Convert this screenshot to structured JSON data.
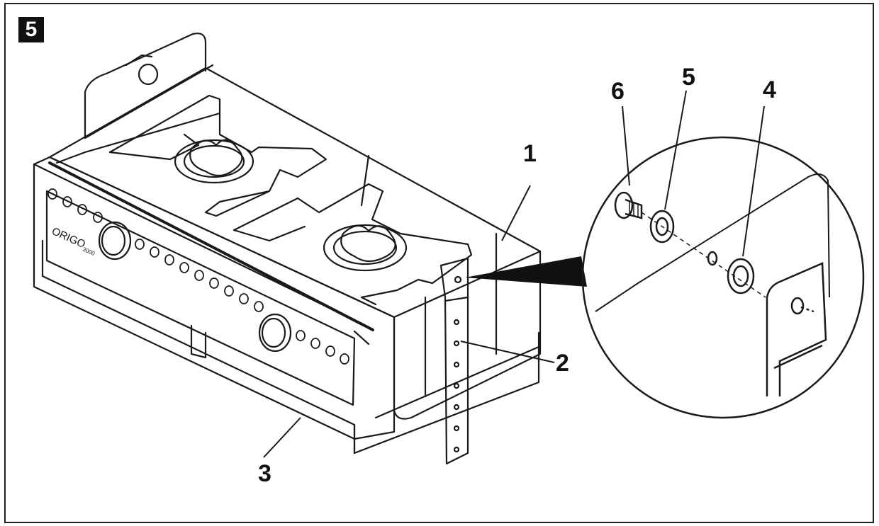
{
  "figure": {
    "number": "5"
  },
  "stove": {
    "brand": "ORIGO",
    "model": "3000"
  },
  "callouts": {
    "c1": "1",
    "c2": "2",
    "c3": "3",
    "c4": "4",
    "c5": "5",
    "c6": "6"
  },
  "colors": {
    "line": "#1a1a1a",
    "badge": "#111111",
    "background": "#ffffff"
  }
}
